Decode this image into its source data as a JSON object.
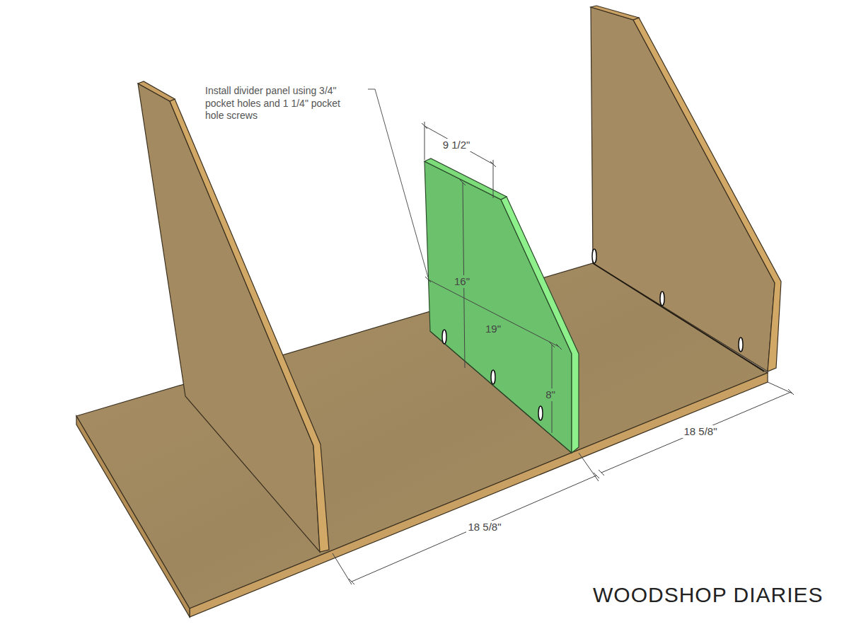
{
  "diagram": {
    "labels": [
      "Install divider panel using 3/4\" pocket holes and 1 1/4\" pocket hole screws",
      "9 1/2\"",
      "16\"",
      "19\"",
      "8\"",
      "18 5/8\"",
      "18 5/8\"",
      "WOODSHOP DIARIES"
    ]
  }
}
